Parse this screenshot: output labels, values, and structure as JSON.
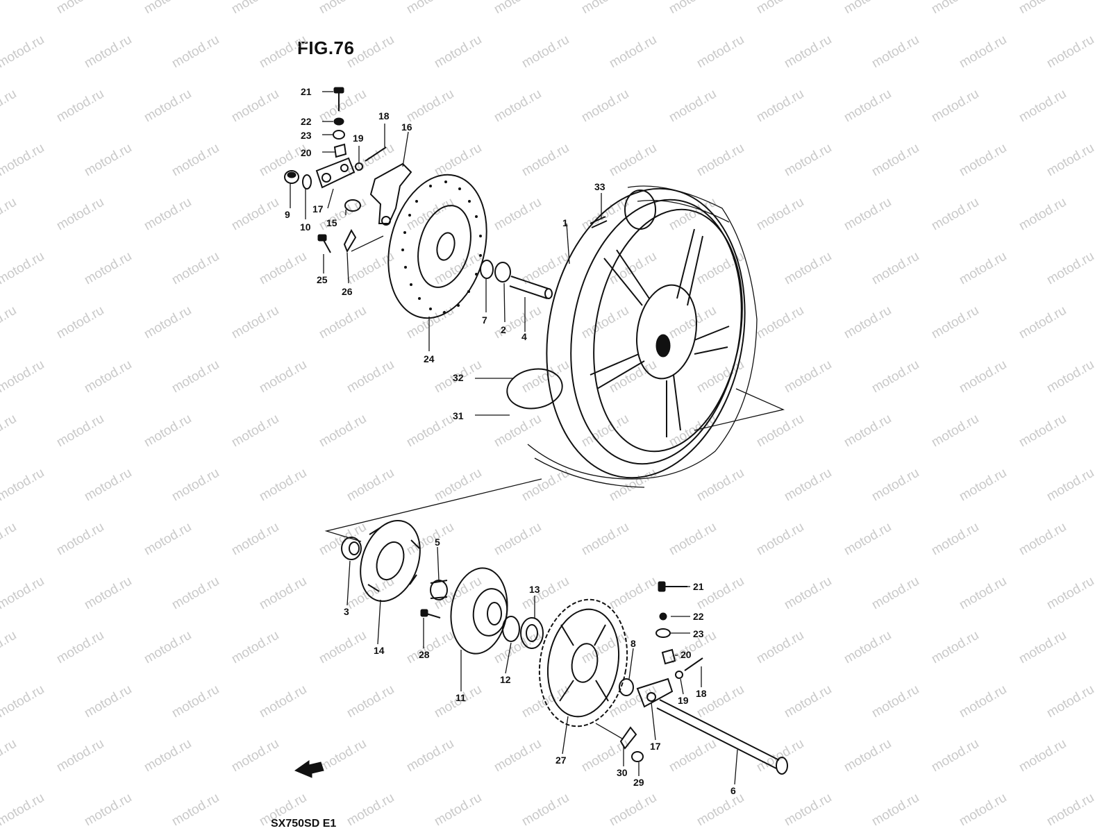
{
  "figure": {
    "title": "FIG.76",
    "model_code": "SX750SD E1",
    "watermark": "motod.ru"
  },
  "callouts": [
    {
      "id": "c21a",
      "label": "21"
    },
    {
      "id": "c22a",
      "label": "22"
    },
    {
      "id": "c23a",
      "label": "23"
    },
    {
      "id": "c20a",
      "label": "20"
    },
    {
      "id": "c19a",
      "label": "19"
    },
    {
      "id": "c18a",
      "label": "18"
    },
    {
      "id": "c16",
      "label": "16"
    },
    {
      "id": "c9",
      "label": "9"
    },
    {
      "id": "c10",
      "label": "10"
    },
    {
      "id": "c17a",
      "label": "17"
    },
    {
      "id": "c15",
      "label": "15"
    },
    {
      "id": "c25",
      "label": "25"
    },
    {
      "id": "c26",
      "label": "26"
    },
    {
      "id": "c33",
      "label": "33"
    },
    {
      "id": "c1",
      "label": "1"
    },
    {
      "id": "c7",
      "label": "7"
    },
    {
      "id": "c2",
      "label": "2"
    },
    {
      "id": "c4",
      "label": "4"
    },
    {
      "id": "c24",
      "label": "24"
    },
    {
      "id": "c32",
      "label": "32"
    },
    {
      "id": "c31",
      "label": "31"
    },
    {
      "id": "c5",
      "label": "5"
    },
    {
      "id": "c3",
      "label": "3"
    },
    {
      "id": "c14",
      "label": "14"
    },
    {
      "id": "c28",
      "label": "28"
    },
    {
      "id": "c13",
      "label": "13"
    },
    {
      "id": "c11",
      "label": "11"
    },
    {
      "id": "c12",
      "label": "12"
    },
    {
      "id": "c21b",
      "label": "21"
    },
    {
      "id": "c22b",
      "label": "22"
    },
    {
      "id": "c23b",
      "label": "23"
    },
    {
      "id": "c8",
      "label": "8"
    },
    {
      "id": "c20b",
      "label": "20"
    },
    {
      "id": "c18b",
      "label": "18"
    },
    {
      "id": "c19b",
      "label": "19"
    },
    {
      "id": "c17b",
      "label": "17"
    },
    {
      "id": "c27",
      "label": "27"
    },
    {
      "id": "c30",
      "label": "30"
    },
    {
      "id": "c29",
      "label": "29"
    },
    {
      "id": "c6",
      "label": "6"
    }
  ]
}
